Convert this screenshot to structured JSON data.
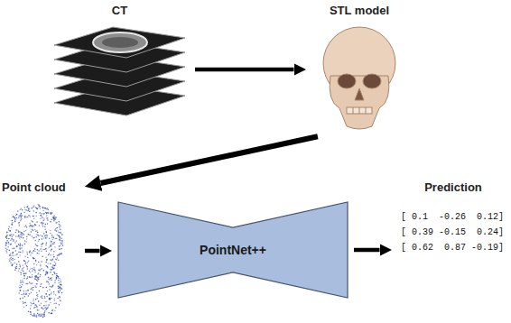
{
  "diagram": {
    "nodes": [
      {
        "text": [
          "CT"
        ]
      },
      {
        "text": [
          "STL model"
        ]
      },
      {
        "text": [
          "Point cloud"
        ]
      },
      {
        "text": [
          "PointNet++"
        ]
      },
      {
        "text": [
          "Prediction"
        ]
      }
    ],
    "edges": [
      {
        "from": 0,
        "to": 1,
        "arrow": "to"
      },
      {
        "from": 1,
        "to": 2,
        "arrow": "to"
      },
      {
        "from": 2,
        "to": 3,
        "arrow": "to"
      },
      {
        "from": 3,
        "to": 4,
        "arrow": "to"
      }
    ],
    "labels": [
      "[ 0.1  -0.26  0.12]",
      "[ 0.39 -0.15  0.24]",
      "[ 0.62  0.87 -0.19]"
    ]
  }
}
